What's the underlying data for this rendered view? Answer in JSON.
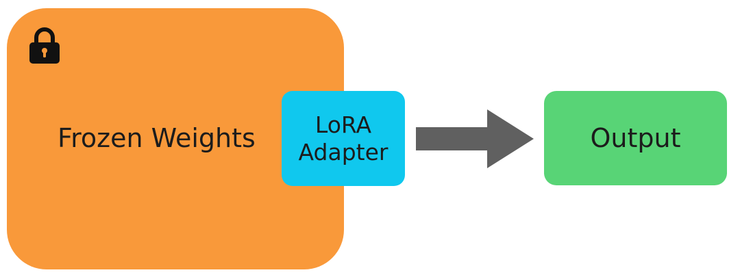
{
  "diagram": {
    "frozen": {
      "label": "Frozen Weights",
      "icon": "lock-icon",
      "color": "#f9993a"
    },
    "lora": {
      "line1": "LoRA",
      "line2": "Adapter",
      "color": "#10c8ee"
    },
    "arrow": {
      "icon": "right-arrow-icon",
      "color": "#606060"
    },
    "output": {
      "label": "Output",
      "color": "#58d476"
    }
  }
}
